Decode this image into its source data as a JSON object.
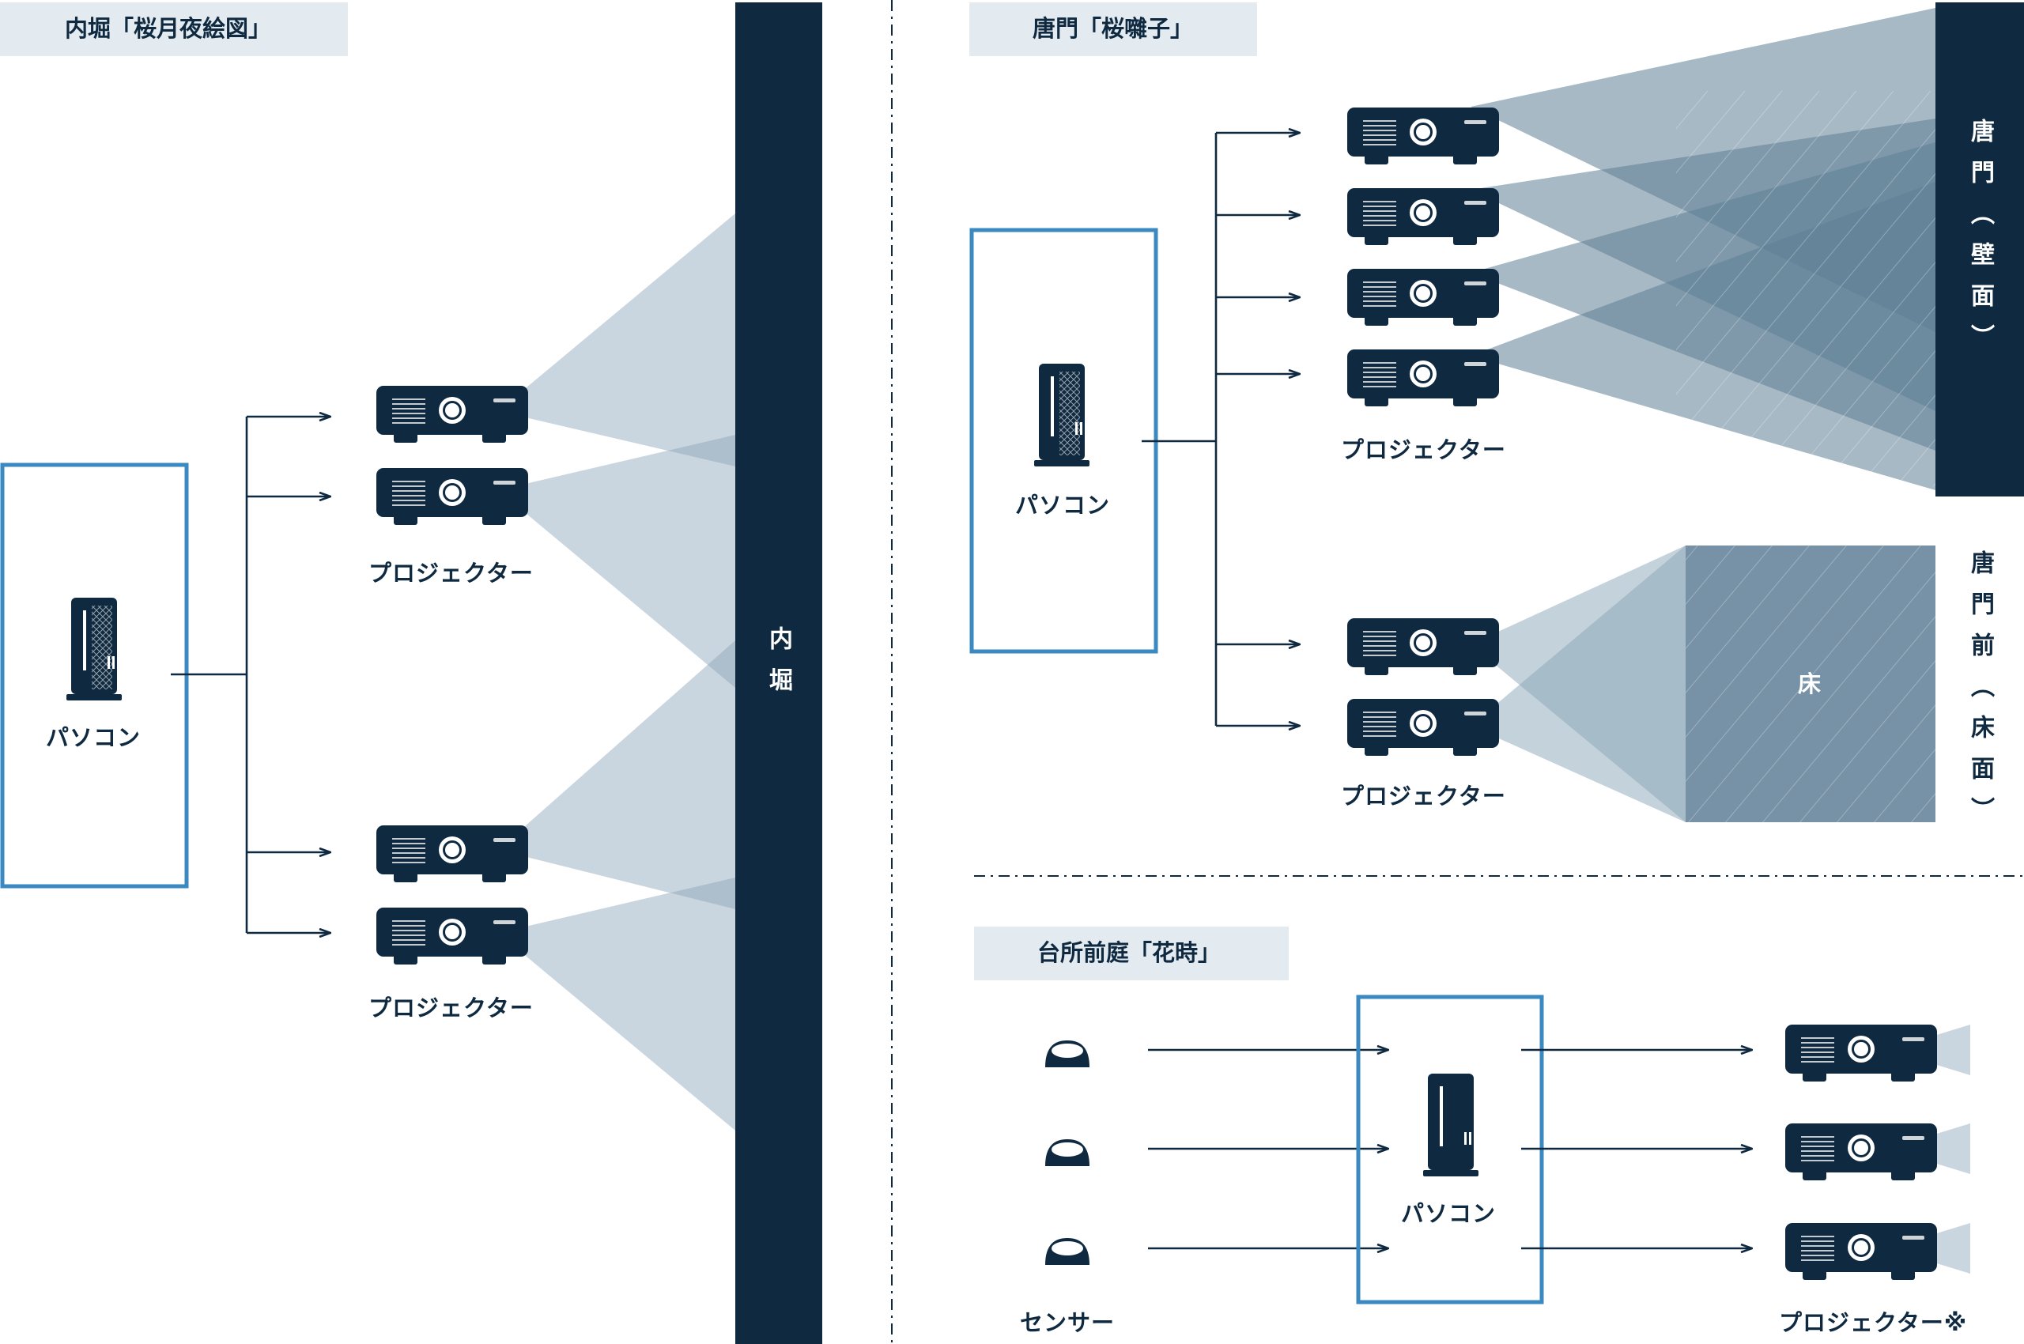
{
  "sections": {
    "uchibori": {
      "title": "内堀「桜月夜絵図」",
      "pc_label": "パソコン",
      "projector_label": "プロジェクター",
      "wall_label": "内堀"
    },
    "karamon": {
      "title": "唐門「桜囃子」",
      "pc_label": "パソコン",
      "projector_label": "プロジェクター",
      "wall_label": "唐門（壁面）",
      "floor_area_label": "唐門前（床面）",
      "floor_label": "床"
    },
    "daidokoro": {
      "title": "台所前庭「花時」",
      "pc_label": "パソコン",
      "sensor_label": "センサー",
      "projector_label": "プロジェクター※"
    }
  },
  "colors": {
    "navy": "#0f2a40",
    "wall": "#0f2a40",
    "pc_frame": "#3a89c0",
    "title_bg": "#e3ebf0",
    "beam_light": "#8aa5b8",
    "beam_mid": "#5f7f96"
  },
  "icons": [
    "pc-tower-icon",
    "projector-icon",
    "sensor-icon",
    "arrow-right-icon"
  ]
}
